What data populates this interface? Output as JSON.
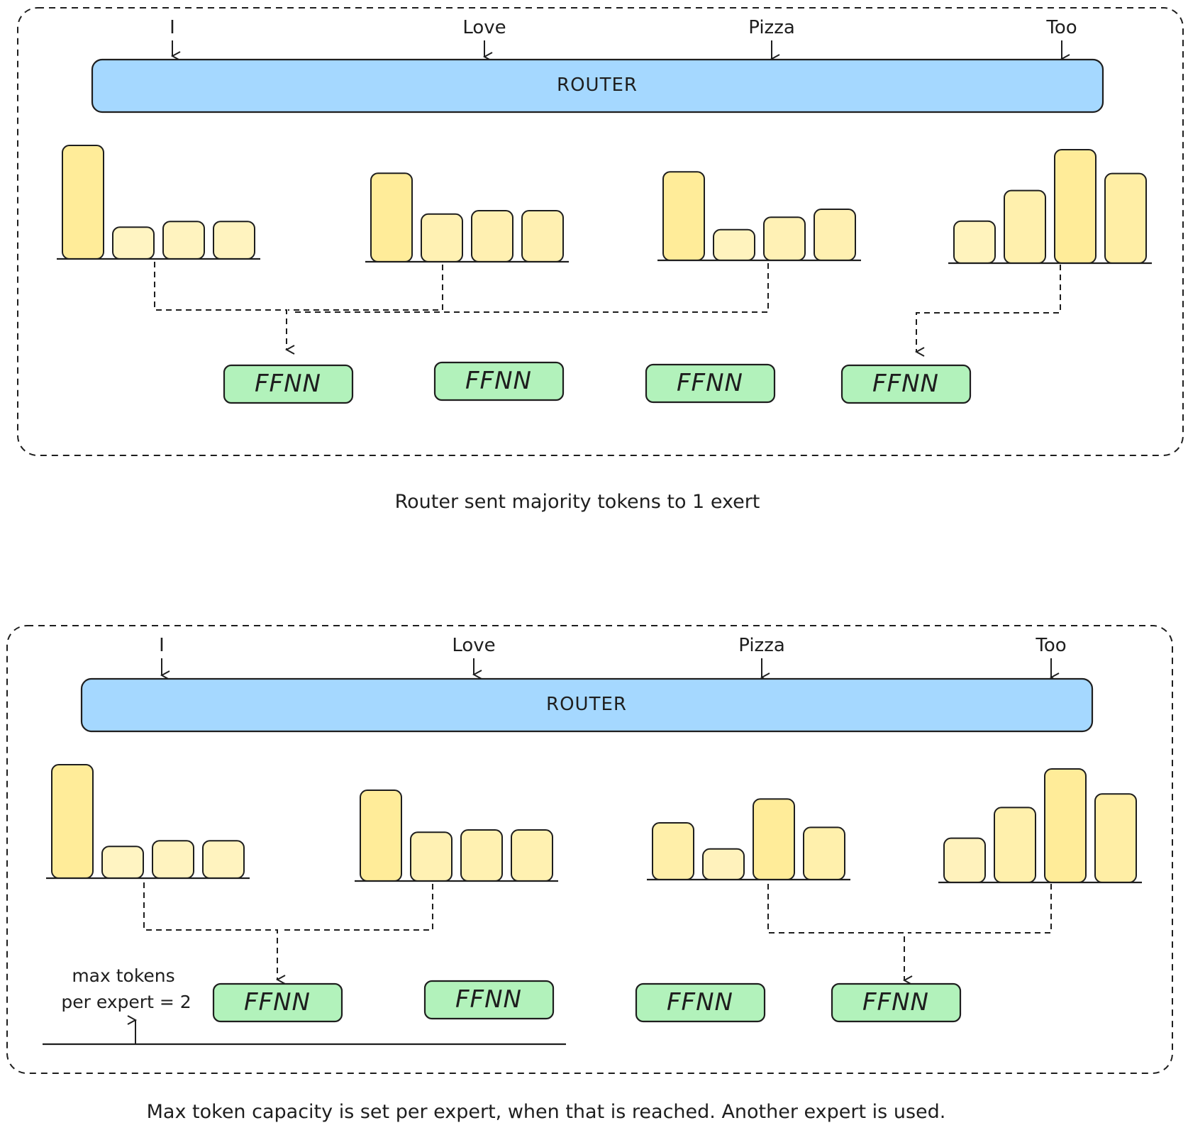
{
  "colors": {
    "router": "#a5d8ff",
    "ffnn": "#b2f2bb",
    "bar": "#ffec99",
    "ink": "#1e1e1e"
  },
  "panels": [
    {
      "tokens": [
        "I",
        "Love",
        "Pizza",
        "Too"
      ],
      "router_label": "ROUTER",
      "ffnn_labels": [
        "FFNN",
        "FFNN",
        "FFNN",
        "FFNN"
      ],
      "token_scores": [
        [
          1.0,
          0.28,
          0.33,
          0.33
        ],
        [
          0.78,
          0.42,
          0.45,
          0.45
        ],
        [
          0.78,
          0.27,
          0.38,
          0.45
        ],
        [
          0.37,
          0.64,
          1.0,
          0.79
        ]
      ],
      "routes": [
        {
          "from_token": "I",
          "to_expert": 1
        },
        {
          "from_token": "Love",
          "to_expert": 1
        },
        {
          "from_token": "Pizza",
          "to_expert": 1
        },
        {
          "from_token": "Too",
          "to_expert": 4
        }
      ],
      "caption": "Router sent majority tokens to 1 exert"
    },
    {
      "tokens": [
        "I",
        "Love",
        "Pizza",
        "Too"
      ],
      "router_label": "ROUTER",
      "ffnn_labels": [
        "FFNN",
        "FFNN",
        "FFNN",
        "FFNN"
      ],
      "token_scores": [
        [
          1.0,
          0.28,
          0.33,
          0.33
        ],
        [
          0.8,
          0.43,
          0.45,
          0.45
        ],
        [
          0.5,
          0.27,
          0.71,
          0.46
        ],
        [
          0.39,
          0.66,
          1.0,
          0.78
        ]
      ],
      "routes": [
        {
          "from_token": "I",
          "to_expert": 1
        },
        {
          "from_token": "Love",
          "to_expert": 1
        },
        {
          "from_token": "Pizza",
          "to_expert": 4
        },
        {
          "from_token": "Too",
          "to_expert": 4
        }
      ],
      "capacity_note": [
        "max tokens",
        "per expert = 2"
      ],
      "caption": "Max token capacity is set per expert, when that is reached. Another expert is used."
    }
  ]
}
